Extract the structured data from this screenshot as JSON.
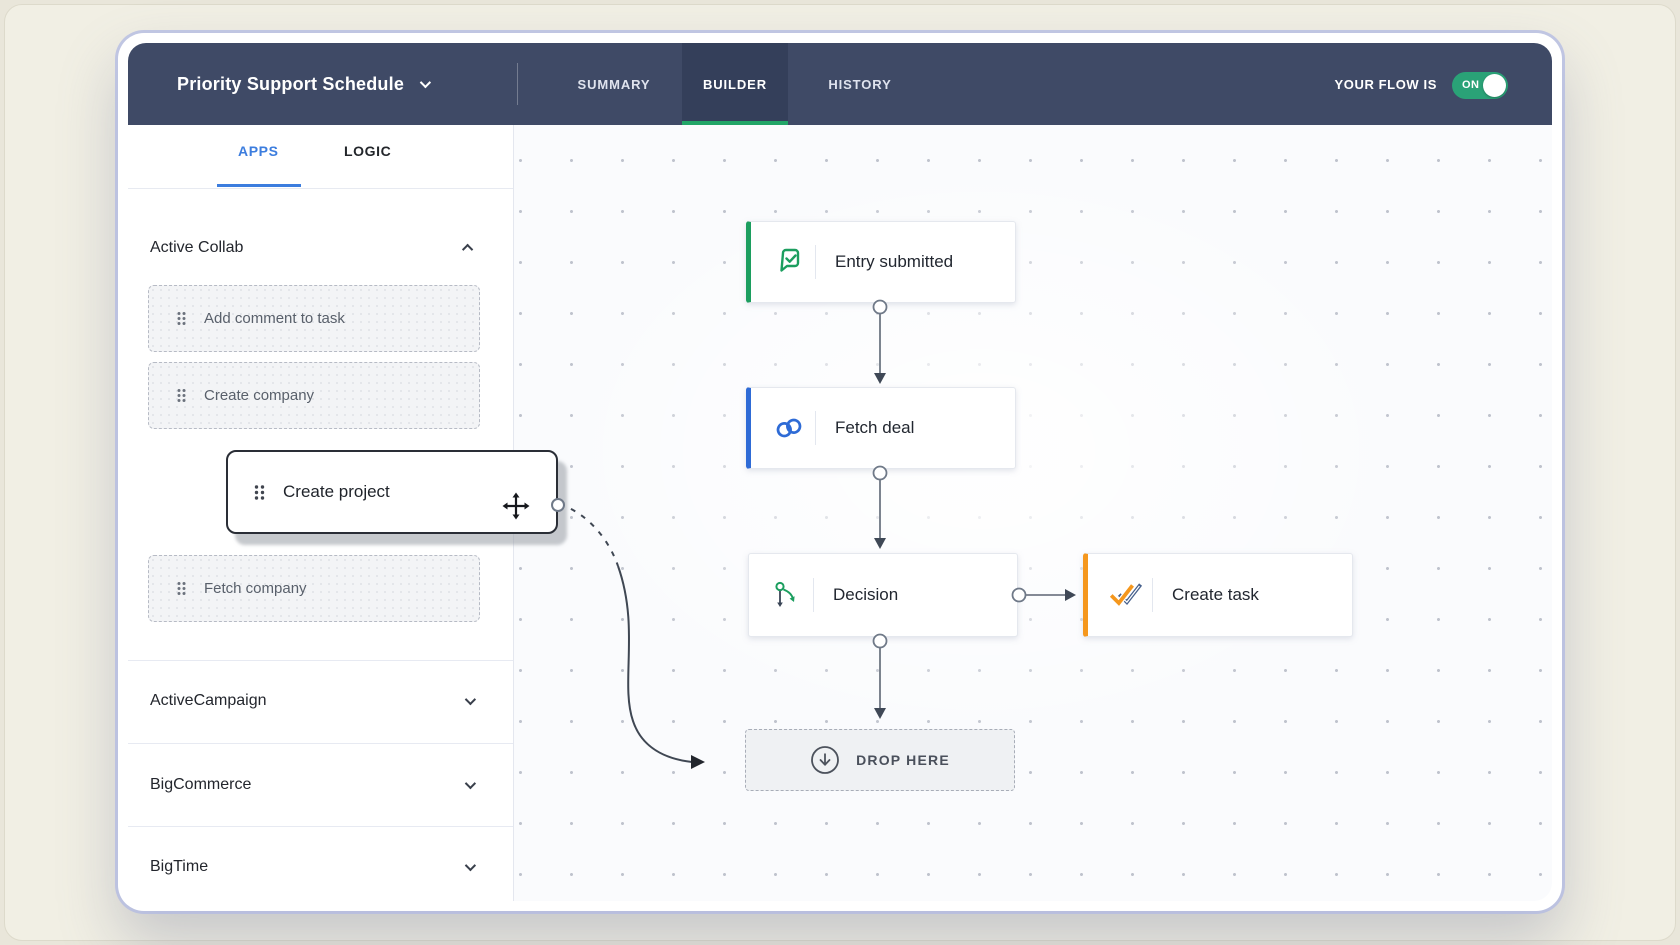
{
  "header": {
    "flow_title": "Priority Support Schedule",
    "nav": {
      "summary": "SUMMARY",
      "builder": "BUILDER",
      "history": "HISTORY"
    },
    "flow_status_label": "YOUR FLOW IS",
    "toggle_state": "ON"
  },
  "sidebar": {
    "tab_apps": "APPS",
    "tab_logic": "LOGIC",
    "active_app": {
      "name": "Active Collab",
      "actions": [
        "Add comment to task",
        "Create company",
        "Create project",
        "Fetch company"
      ]
    },
    "collapsed_apps": [
      "ActiveCampaign",
      "BigCommerce",
      "BigTime"
    ]
  },
  "canvas": {
    "nodes": [
      {
        "label": "Entry submitted",
        "accent": "#1C9E5F",
        "icon": "form-entry-icon"
      },
      {
        "label": "Fetch deal",
        "accent": "#2E6BD6",
        "icon": "crm-rings-icon"
      },
      {
        "label": "Decision",
        "accent": "",
        "icon": "decision-branch-icon"
      },
      {
        "label": "Create task",
        "accent": "#F5971D",
        "icon": "double-check-icon"
      }
    ],
    "drop_zone_label": "DROP HERE"
  },
  "colors": {
    "header_bg": "#3F4A66",
    "builder_tab_bg": "#343F5A",
    "builder_underline_green": "#22A567",
    "toggle_green": "#2AA277",
    "apps_tab_blue": "#3C7DDE",
    "node_accent_green": "#1C9E5F",
    "node_accent_blue": "#2E6BD6",
    "node_accent_orange": "#F5971D"
  }
}
